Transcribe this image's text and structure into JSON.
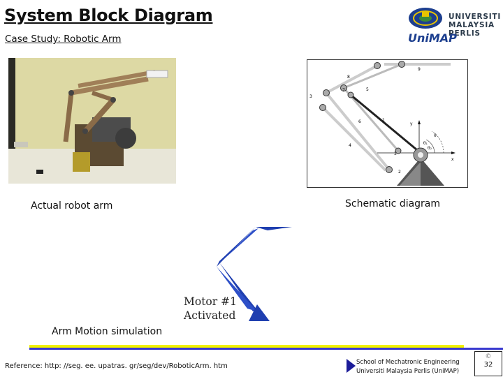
{
  "slide": {
    "title": "System Block Diagram",
    "subtitle": "Case Study: Robotic Arm"
  },
  "logo": {
    "lines": [
      "UNIVERSITI",
      "MALAYSIA",
      "PERLIS"
    ],
    "unimap": "UniMAP",
    "colors": {
      "navy": "#1d3f8f",
      "yellow": "#e8c400",
      "green": "#3a8a3a"
    }
  },
  "captions": {
    "robot": "Actual robot arm",
    "schematic": "Schematic diagram",
    "simulation": "Arm Motion simulation"
  },
  "schematic": {
    "joint_labels": [
      "8",
      "9",
      "7",
      "5",
      "3",
      "6",
      "1",
      "4",
      "3",
      "2"
    ],
    "axis_labels": {
      "y": "y",
      "x": "x"
    },
    "angle_labels": [
      "θ",
      "θ₁",
      "θ₂"
    ]
  },
  "simulation": {
    "motor_line1": "Motor #1",
    "motor_line2": "Activated",
    "arm_color": "#1f3fb0"
  },
  "footer": {
    "reference": "Reference: http: //seg. ee. upatras. gr/seg/dev/RoboticArm. htm",
    "school_line1": "School of Mechatronic Engineering",
    "school_line2": "Universiti Malaysia Perlis (UniMAP)",
    "page_number": "32",
    "accent_yellow": "#f2f200",
    "accent_blue": "#3a3ad0"
  }
}
